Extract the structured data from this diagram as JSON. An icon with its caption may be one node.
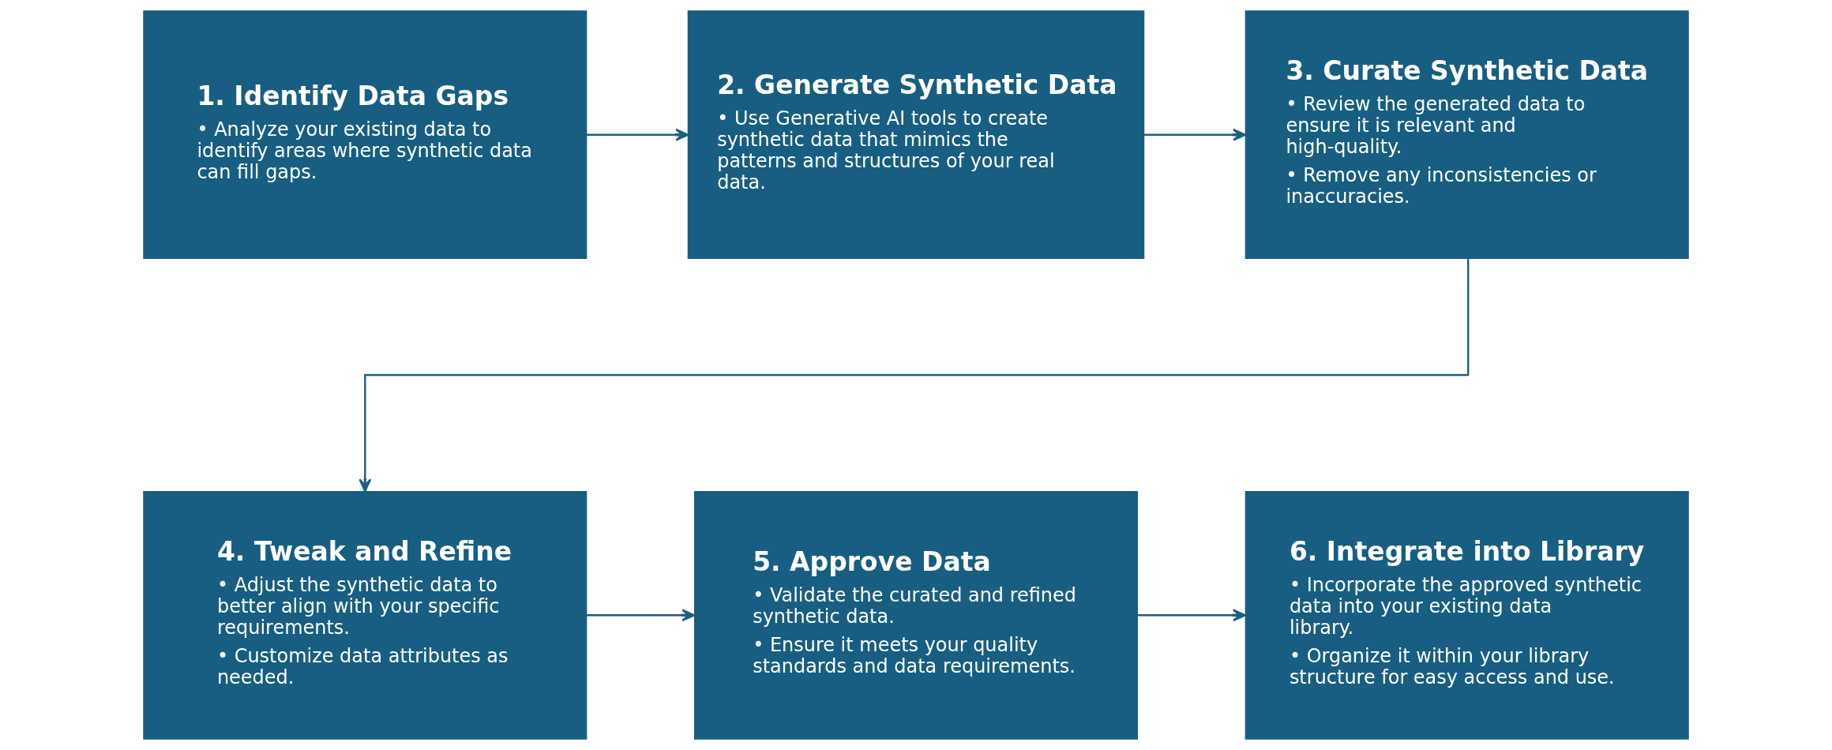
{
  "diagram": {
    "nodes": [
      {
        "text": [
          "1. Identify Data Gaps",
          "• Analyze your existing data to identify areas where synthetic data can fill gaps."
        ]
      },
      {
        "text": [
          "2. Generate Synthetic Data",
          "• Use Generative AI tools to create synthetic data that mimics the patterns and structures of your real data."
        ]
      },
      {
        "text": [
          "3. Curate Synthetic Data",
          "• Review the generated data to ensure it is relevant and high-quality.",
          "• Remove any inconsistencies or inaccuracies."
        ]
      },
      {
        "text": [
          "4. Tweak and Refine",
          "• Adjust the synthetic data to better align with your specific requirements.",
          "• Customize data attributes as needed."
        ]
      },
      {
        "text": [
          "5. Approve Data",
          "• Validate the curated and refined synthetic data.",
          "• Ensure it meets your quality standards and data requirements."
        ]
      },
      {
        "text": [
          "6. Integrate into Library",
          "• Incorporate the approved synthetic data into your existing data library.",
          "• Organize it within your library structure for easy access and use."
        ]
      }
    ],
    "edges": [
      {
        "from": 0,
        "to": 1,
        "arrow": "to"
      },
      {
        "from": 1,
        "to": 2,
        "arrow": "to"
      },
      {
        "from": 2,
        "to": 3,
        "arrow": "to"
      },
      {
        "from": 3,
        "to": 4,
        "arrow": "to"
      },
      {
        "from": 4,
        "to": 5,
        "arrow": "to"
      }
    ]
  }
}
